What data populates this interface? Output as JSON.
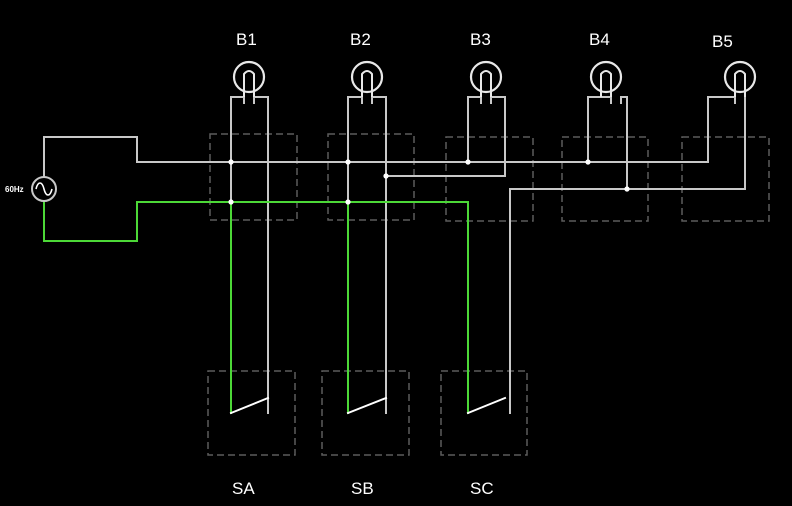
{
  "colors": {
    "background": "#000000",
    "wire_idle": "#c8c8c8",
    "wire_live": "#4cd837",
    "component_box": "#5c5c5c",
    "text": "#ffffff",
    "bulb_off": "#e8e8e8"
  },
  "source": {
    "label": "60Hz",
    "icon": "ac-source-icon"
  },
  "bulbs": [
    {
      "label": "B1",
      "state": "off"
    },
    {
      "label": "B2",
      "state": "off"
    },
    {
      "label": "B3",
      "state": "off"
    },
    {
      "label": "B4",
      "state": "off"
    },
    {
      "label": "B5",
      "state": "off"
    }
  ],
  "switches": [
    {
      "label": "SA",
      "state": "open"
    },
    {
      "label": "SB",
      "state": "open"
    },
    {
      "label": "SC",
      "state": "open"
    }
  ]
}
